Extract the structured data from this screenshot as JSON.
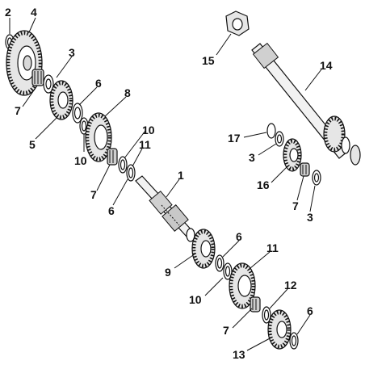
{
  "callouts": {
    "c1": "1",
    "c2": "2",
    "c3a": "3",
    "c3b": "3",
    "c3c": "3",
    "c4": "4",
    "c5": "5",
    "c6a": "6",
    "c6b": "6",
    "c6c": "6",
    "c6d": "6",
    "c7a": "7",
    "c7b": "7",
    "c7c": "7",
    "c7d": "7",
    "c8": "8",
    "c9": "9",
    "c10a": "10",
    "c10b": "10",
    "c10c": "10",
    "c11": "11",
    "c12": "12",
    "c13": "13",
    "c14": "14",
    "c15": "15",
    "c16": "16",
    "c17": "17"
  },
  "colors": {
    "ink": "#111111",
    "part_fill": "#ffffff",
    "part_shade": "#d9d9d9",
    "background": "#ffffff"
  }
}
